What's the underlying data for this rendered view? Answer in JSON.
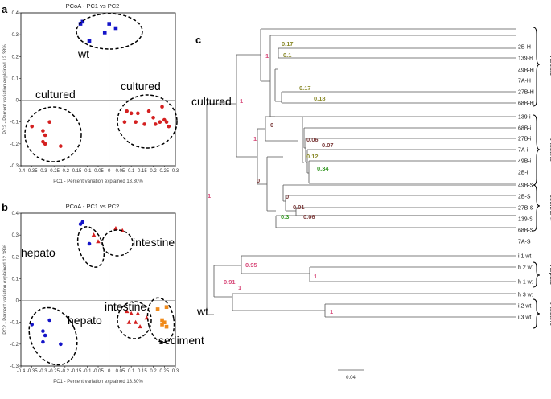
{
  "panel_labels": {
    "a": "a",
    "b": "b",
    "c": "c"
  },
  "colors": {
    "blue": "#1414c8",
    "red": "#d42020",
    "orange": "#f08a1a",
    "bs_pink": "#d84a7a",
    "bs_olive": "#8a8a2a",
    "bs_green": "#3a9a2a",
    "bs_brown": "#7a3a3a"
  },
  "chart_data": [
    {
      "type": "scatter",
      "title": "PCoA - PC1 vs PC2",
      "xlabel": "PC1 - Percent variation explained 13.30%",
      "ylabel": "PC2 - Percent variation explained 12.38%",
      "xlim": [
        -0.4,
        0.3
      ],
      "ylim": [
        -0.3,
        0.4
      ],
      "xticks": [
        "-0.4",
        "-0.35",
        "-0.3",
        "-0.25",
        "-0.2",
        "-0.15",
        "-0.1",
        "-0.05",
        "0",
        "0.05",
        "0.1",
        "0.15",
        "0.2",
        "0.25",
        "0.3"
      ],
      "yticks": [
        "0.4",
        "0.3",
        "0.2",
        "0.1",
        "0",
        "-0.1",
        "-0.2",
        "-0.3"
      ],
      "annotations": [
        "wt",
        "cultured",
        "cultured"
      ],
      "series": [
        {
          "marker": "square",
          "color": "#1414c8",
          "points": [
            [
              -0.13,
              0.35
            ],
            [
              -0.12,
              0.36
            ],
            [
              -0.09,
              0.27
            ],
            [
              -0.02,
              0.31
            ],
            [
              0.0,
              0.35
            ],
            [
              0.03,
              0.33
            ]
          ]
        },
        {
          "marker": "circle",
          "color": "#d42020",
          "points": [
            [
              -0.35,
              -0.12
            ],
            [
              -0.3,
              -0.14
            ],
            [
              -0.29,
              -0.16
            ],
            [
              -0.27,
              -0.1
            ],
            [
              -0.3,
              -0.19
            ],
            [
              -0.29,
              -0.2
            ],
            [
              -0.22,
              -0.21
            ],
            [
              0.07,
              -0.1
            ],
            [
              0.08,
              -0.05
            ],
            [
              0.1,
              -0.06
            ],
            [
              0.12,
              -0.1
            ],
            [
              0.13,
              -0.06
            ],
            [
              0.16,
              -0.11
            ],
            [
              0.18,
              -0.05
            ],
            [
              0.2,
              -0.08
            ],
            [
              0.21,
              -0.11
            ],
            [
              0.23,
              -0.1
            ],
            [
              0.24,
              -0.03
            ],
            [
              0.26,
              -0.1
            ],
            [
              0.27,
              -0.12
            ],
            [
              0.25,
              -0.09
            ]
          ]
        }
      ]
    },
    {
      "type": "scatter",
      "title": "PCoA - PC1 vs PC2",
      "xlabel": "PC1 - Percent variation explained 13.30%",
      "ylabel": "PC2 - Percent variation explained 12.38%",
      "xlim": [
        -0.4,
        0.3
      ],
      "ylim": [
        -0.3,
        0.4
      ],
      "xticks": [
        "-0.4",
        "-0.35",
        "-0.3",
        "-0.25",
        "-0.2",
        "-0.15",
        "-0.1",
        "-0.05",
        "0",
        "0.05",
        "0.1",
        "0.15",
        "0.2",
        "0.25",
        "0.3"
      ],
      "yticks": [
        "0.4",
        "0.3",
        "0.2",
        "0.1",
        "0",
        "-0.1",
        "-0.2",
        "-0.3"
      ],
      "annotations": [
        "hepato",
        "intestine",
        "intestine",
        "hepato",
        "sediment"
      ],
      "series": [
        {
          "marker": "circle",
          "color": "#1414c8",
          "points": [
            [
              -0.13,
              0.35
            ],
            [
              -0.12,
              0.36
            ],
            [
              -0.09,
              0.26
            ],
            [
              -0.35,
              -0.11
            ],
            [
              -0.3,
              -0.14
            ],
            [
              -0.29,
              -0.16
            ],
            [
              -0.27,
              -0.09
            ],
            [
              -0.3,
              -0.19
            ],
            [
              -0.22,
              -0.2
            ]
          ]
        },
        {
          "marker": "triangle",
          "color": "#d42020",
          "points": [
            [
              -0.07,
              0.3
            ],
            [
              -0.05,
              0.27
            ],
            [
              0.03,
              0.33
            ],
            [
              0.06,
              0.32
            ],
            [
              0.08,
              -0.05
            ],
            [
              0.1,
              -0.06
            ],
            [
              0.12,
              -0.1
            ],
            [
              0.13,
              -0.06
            ],
            [
              0.09,
              -0.1
            ],
            [
              0.14,
              -0.12
            ],
            [
              0.17,
              -0.08
            ]
          ]
        },
        {
          "marker": "square",
          "color": "#f08a1a",
          "points": [
            [
              0.22,
              -0.04
            ],
            [
              0.24,
              -0.09
            ],
            [
              0.25,
              -0.1
            ],
            [
              0.26,
              -0.12
            ],
            [
              0.24,
              -0.11
            ],
            [
              0.26,
              -0.03
            ]
          ]
        }
      ]
    },
    {
      "type": "dendrogram",
      "scale_bar": "0.04",
      "group_labels": [
        "cultured",
        "wt"
      ],
      "bracket_labels": [
        "hepato",
        "intestine",
        "sediment",
        "hepato",
        "intestine"
      ],
      "leaves": [
        "2B-H",
        "139-H",
        "49B-H",
        "7A-H",
        "27B-H",
        "68B-H",
        "139-i",
        "68B-i",
        "27B-i",
        "7A-i",
        "49B-i",
        "2B-i",
        "49B-S",
        "2B-S",
        "27B-S",
        "139-S",
        "68B-S",
        "7A-S",
        "i 1 wt",
        "h 2 wt",
        "h 1 wt",
        "h 3 wt",
        "i 2 wt",
        "i 3 wt"
      ],
      "bootstrap": [
        "1",
        "1",
        "0.17",
        "0.1",
        "0.17",
        "0.18",
        "1",
        "0.06",
        "0.07",
        "0.12",
        "0.34",
        "0",
        "0",
        "0",
        "0.01",
        "0.06",
        "0.3",
        "1",
        "0.95",
        "1",
        "0.91",
        "1",
        "1"
      ]
    }
  ]
}
